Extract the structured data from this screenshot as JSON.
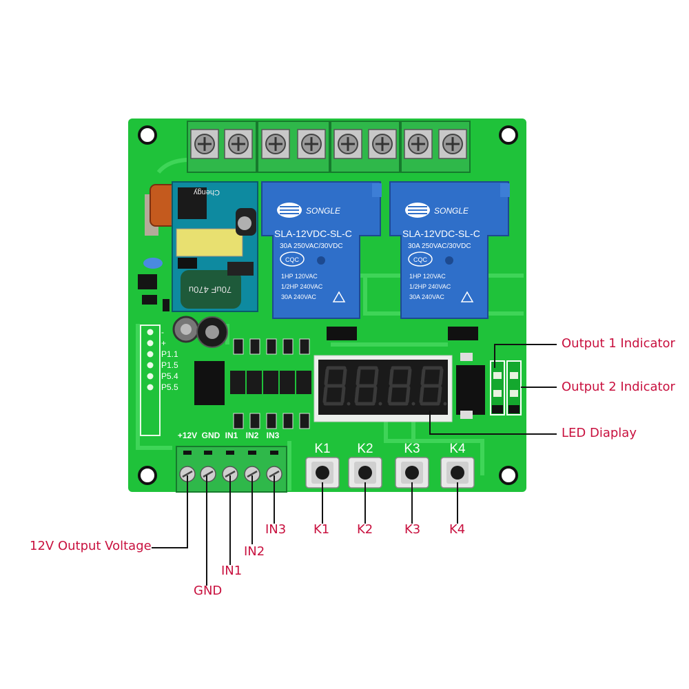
{
  "colors": {
    "pcb": "#1fc23a",
    "pcb_dark": "#169a2c",
    "terminal": "#2fb84a",
    "relay": "#2f6fc9",
    "callout": "#c8103e"
  },
  "top_terminals": {
    "labels": [
      "",
      "",
      "",
      "",
      "",
      "",
      "",
      ""
    ]
  },
  "relays": [
    {
      "brand": "SONGLE",
      "model": "SLA-12VDC-SL-C",
      "spec1": "30A  250VAC/30VDC",
      "cqc": "CQC",
      "spec2": "1HP 120VAC",
      "spec3": "1/2HP 240VAC",
      "spec4": "30A 240VAC"
    },
    {
      "brand": "SONGLE",
      "model": "SLA-12VDC-SL-C",
      "spec1": "30A  250VAC/30VDC",
      "cqc": "CQC",
      "spec2": "1HP 120VAC",
      "spec3": "1/2HP 240VAC",
      "spec4": "30A 240VAC"
    }
  ],
  "power_module": {
    "brand": "Chengy",
    "cap_text": "70uF 470u"
  },
  "header_pins": [
    "-",
    "+",
    "P1.1",
    "P1.5",
    "P5.4",
    "P5.5"
  ],
  "input_silk": [
    "+12V",
    "GND",
    "IN1",
    "IN2",
    "IN3"
  ],
  "button_silk": [
    "K1",
    "K2",
    "K3",
    "K4"
  ],
  "callouts": {
    "output1": "Output 1 Indicator",
    "output2": "Output 2 Indicator",
    "led_display": "LED Diaplay",
    "k1": "K1",
    "k2": "K2",
    "k3": "K3",
    "k4": "K4",
    "in3": "IN3",
    "in2": "IN2",
    "in1": "IN1",
    "gnd": "GND",
    "v12": "12V Output Voltage"
  }
}
